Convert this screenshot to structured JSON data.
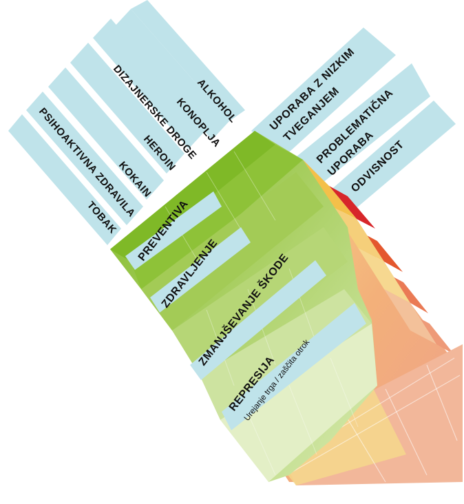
{
  "substances": [
    "TOBAK",
    "PSIHOAKTIVNA ZDRAVILA",
    "KOKAIN",
    "HEROIN",
    "DIZAJNERSKE DROGE",
    "KONOPLJA",
    "ALKOHOL"
  ],
  "use_levels": [
    {
      "line1": "UPORABA Z NIZKIM",
      "line2": "TVEGANJEM"
    },
    {
      "line1": "PROBLEMATIČNA",
      "line2": "UPORABA"
    },
    {
      "line1": "ODVISNOST",
      "line2": ""
    }
  ],
  "responses": [
    {
      "label": "PREVENTIVA",
      "sub": ""
    },
    {
      "label": "ZDRAVLJENJE",
      "sub": ""
    },
    {
      "label": "ZMANJŠEVANJE ŠKODE",
      "sub": ""
    },
    {
      "label": "REPRESIJA",
      "sub": "Urejanje trga / zaščita otrok"
    }
  ],
  "colors": {
    "label_panel": "#bfe3ea",
    "green_dark": "#7fb927",
    "green_mid": "#a9cf62",
    "green_light": "#d6e9ad",
    "green_pale": "#eaf3d3",
    "yellow": "#f6dc8a",
    "orange": "#f3b07a",
    "salmon": "#eea08a",
    "red": "#d7262a"
  }
}
